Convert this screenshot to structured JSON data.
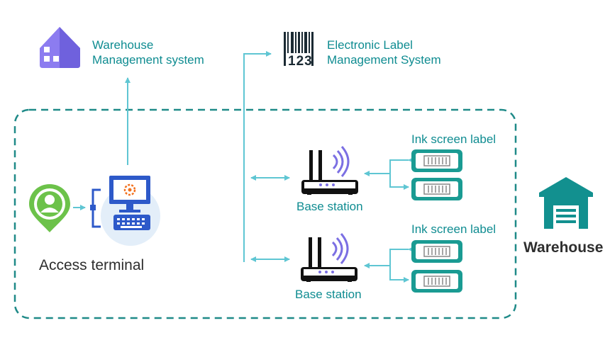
{
  "wms": {
    "line1": "Warehouse",
    "line2": "Management system"
  },
  "els": {
    "line1": "Electronic Label",
    "line2": "Management System",
    "barcode_digits": "123"
  },
  "access_terminal": {
    "label": "Access terminal"
  },
  "base_stations": [
    {
      "label": "Base station"
    },
    {
      "label": "Base station"
    }
  ],
  "ink_labels": [
    {
      "title": "Ink screen label"
    },
    {
      "title": "Ink screen label"
    }
  ],
  "warehouse": {
    "label": "Warehouse"
  },
  "colors": {
    "teal": "#0f8c91",
    "connector": "#5fc6d3",
    "boundary": "#1f8a88",
    "label_teal": "#1a9b93",
    "purple": "#7b6fe3",
    "blue": "#2d59c9",
    "green_pin": "#6cc24a",
    "orange": "#f2701d"
  },
  "icons": {
    "wms": "warehouse-system-icon",
    "els": "barcode-icon",
    "user": "user-pin-icon",
    "computer": "computer-icon",
    "router": "router-icon",
    "label": "ink-screen-label-icon",
    "warehouse": "warehouse-building-icon"
  }
}
